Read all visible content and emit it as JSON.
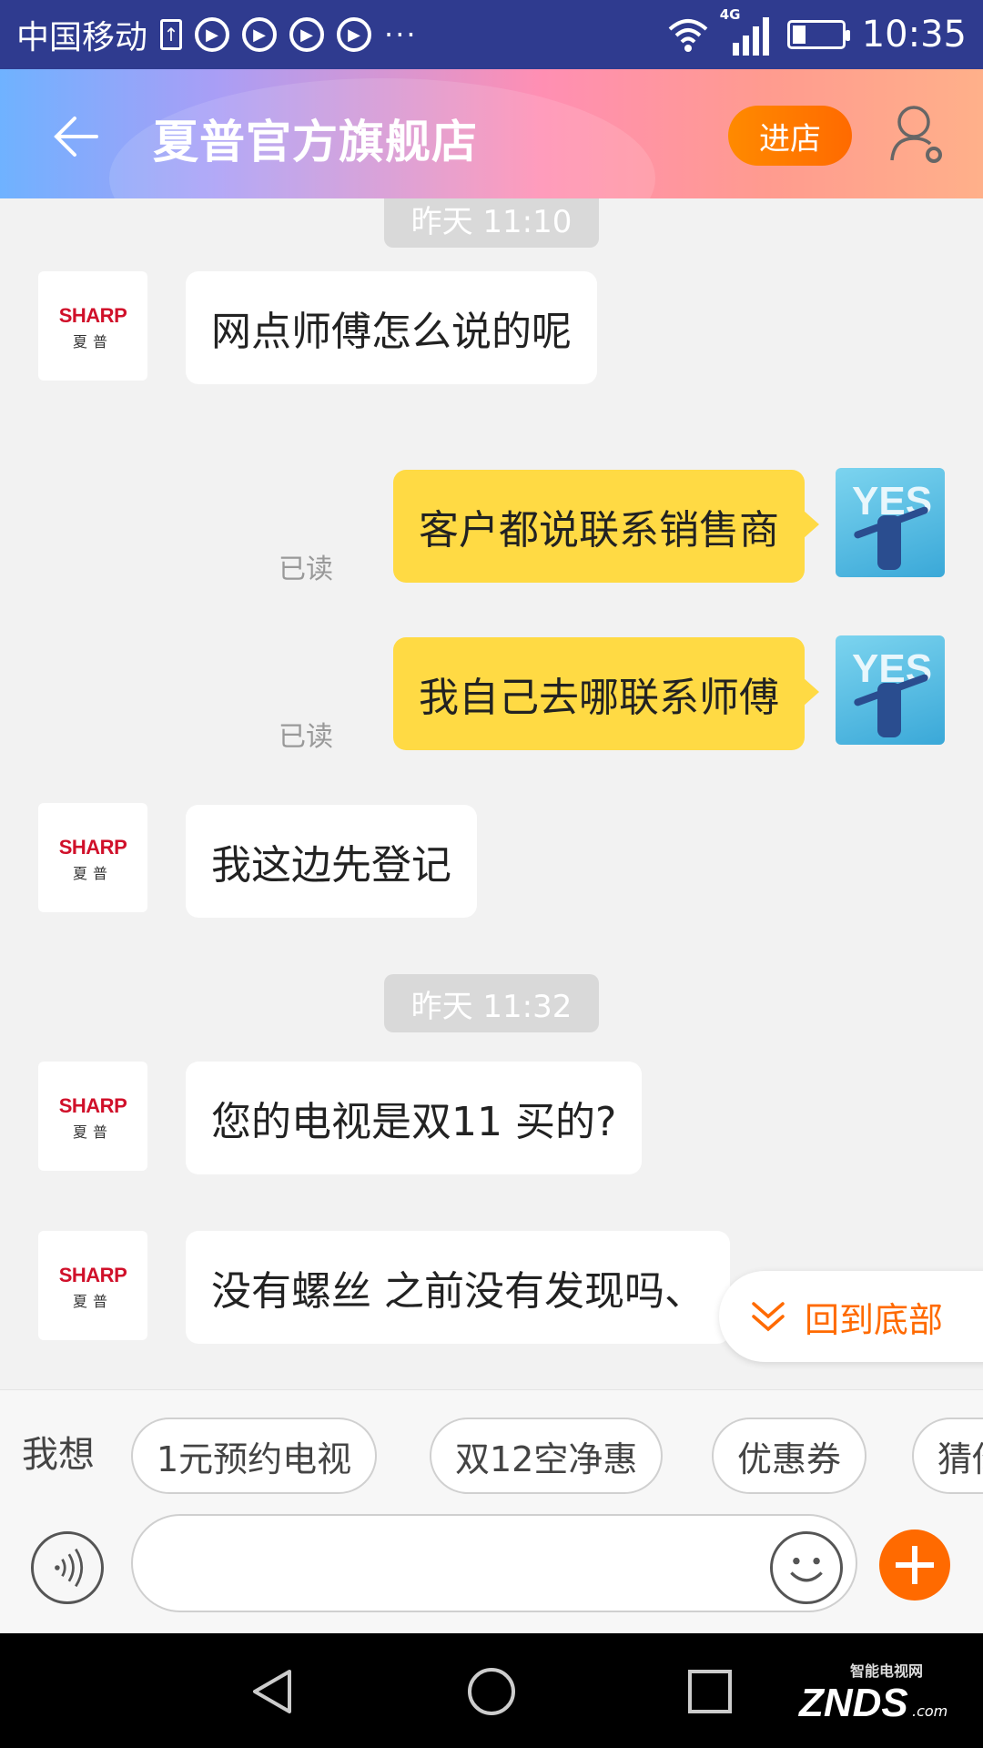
{
  "status_bar": {
    "carrier": "中国移动",
    "network": "4G",
    "time": "10:35",
    "more": "···"
  },
  "header": {
    "title": "夏普官方旗舰店",
    "enter_store": "进店"
  },
  "messages": {
    "ts1": "昨天 11:10",
    "m1": "网点师傅怎么说的呢",
    "m2": "客户都说联系销售商",
    "m2_status": "已读",
    "m3": "我自己去哪联系师傅",
    "m3_status": "已读",
    "m4": "我这边先登记",
    "ts2": "昨天 11:32",
    "m5": "您的电视是双11 买的?",
    "m6": "没有螺丝 之前没有发现吗、"
  },
  "avatars": {
    "shop_brand": "SHARP",
    "shop_brand_sub": "夏普",
    "user_text": "YES"
  },
  "back_to_bottom": "回到底部",
  "suggestions": {
    "label": "我想",
    "chips": [
      "1元预约电视",
      "双12空净惠",
      "优惠券",
      "猜你"
    ]
  },
  "input": {
    "placeholder": ""
  },
  "watermark": {
    "sub": "智能电视网",
    "main": "ZNDS",
    "suffix": ".com"
  },
  "colors": {
    "accent": "#ff6a00",
    "my_bubble": "#ffda44",
    "status_bar": "#2f3b8f"
  }
}
